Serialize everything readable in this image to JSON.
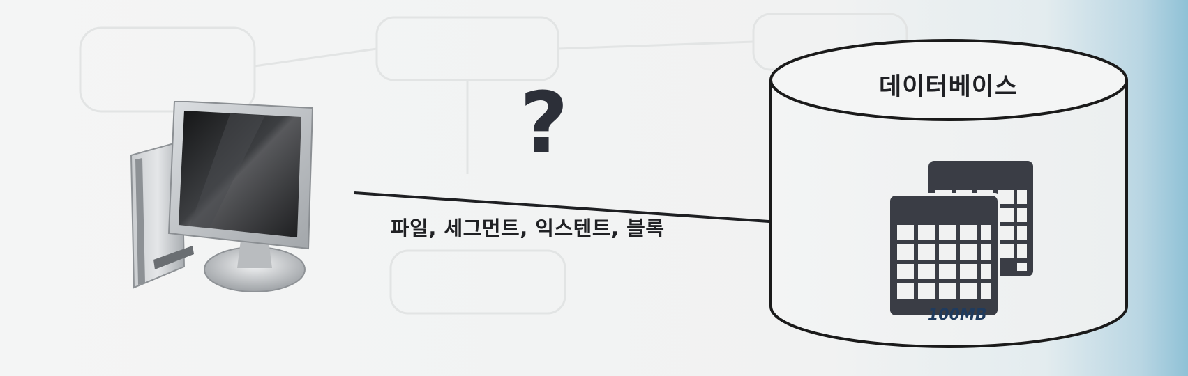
{
  "diagram": {
    "question_mark": "?",
    "arrow_label": "파일, 세그먼트, 익스텐트, 블록",
    "database": {
      "title": "데이터베이스",
      "size_label": "100MB"
    }
  },
  "icons": {
    "client": "desktop-computer-icon",
    "tables": "table-grid-icon"
  },
  "colors": {
    "text": "#202124",
    "outline": "#1a1a1a",
    "size_label": "#1f3b5e",
    "table_fill": "#3a3d45"
  }
}
